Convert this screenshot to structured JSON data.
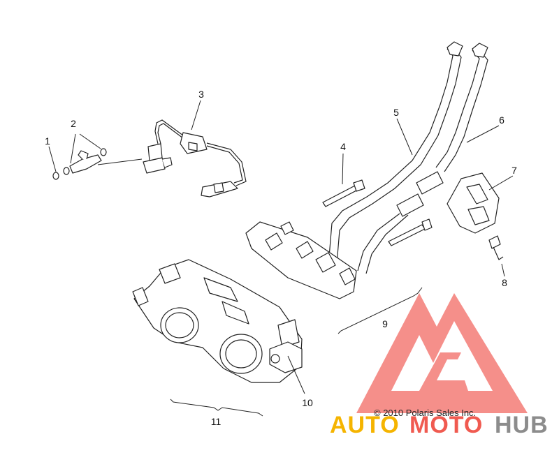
{
  "callouts": [
    {
      "id": "1",
      "text": "1"
    },
    {
      "id": "2",
      "text": "2"
    },
    {
      "id": "3",
      "text": "3"
    },
    {
      "id": "4",
      "text": "4"
    },
    {
      "id": "5",
      "text": "5"
    },
    {
      "id": "6",
      "text": "6"
    },
    {
      "id": "7",
      "text": "7"
    },
    {
      "id": "8",
      "text": "8"
    },
    {
      "id": "9",
      "text": "9"
    },
    {
      "id": "10",
      "text": "10"
    },
    {
      "id": "11",
      "text": "11"
    }
  ],
  "copyright": "© 2010 Polaris Sales Inc.",
  "watermark": {
    "part1": "AUTO",
    "part2": "MOTO",
    "part3": "HUB",
    "color_yellow": "#f5b400",
    "color_red": "#f05a50",
    "color_gray": "#8c8c8c",
    "logo_color": "#f26a63"
  }
}
